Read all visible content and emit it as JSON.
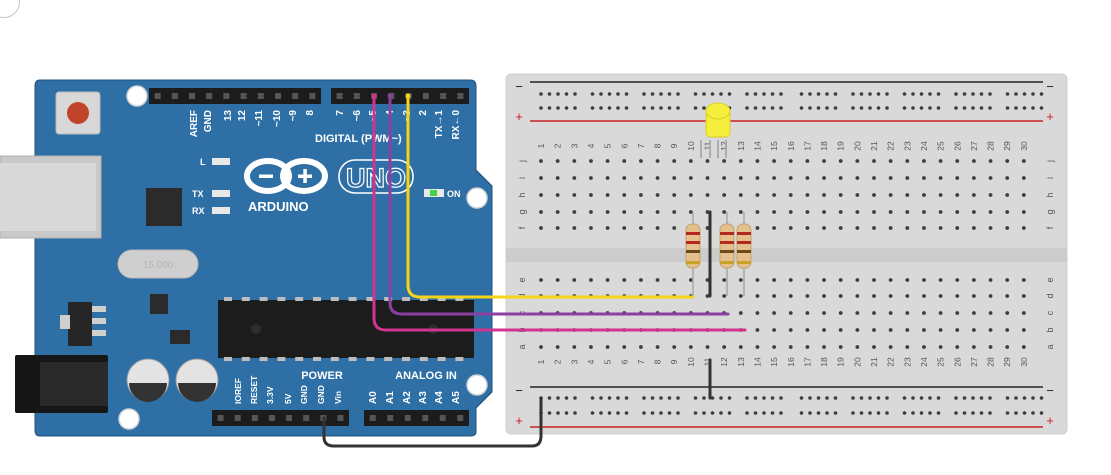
{
  "arduino": {
    "brand": "ARDUINO",
    "model": "UNO",
    "digital_label": "DIGITAL (PWM~)",
    "power_label": "POWER",
    "analog_label": "ANALOG IN",
    "on_label": "ON",
    "l_label": "L",
    "tx_label": "TX",
    "rx_label": "RX",
    "top_pins": [
      "AREF",
      "GND",
      "13",
      "12",
      "~11",
      "~10",
      "~9",
      "8",
      "7",
      "~6",
      "~5",
      "4",
      "~3",
      "2",
      "TX→1",
      "RX←0"
    ],
    "power_pins": [
      "IOREF",
      "RESET",
      "3.3V",
      "5V",
      "GND",
      "GND",
      "Vin"
    ],
    "analog_pins": [
      "A0",
      "A1",
      "A2",
      "A3",
      "A4",
      "A5"
    ],
    "crystal_text": "16.000",
    "board_color": "#2e6fa5"
  },
  "breadboard": {
    "row_letters_top": [
      "j",
      "i",
      "h",
      "g",
      "f"
    ],
    "row_letters_bottom": [
      "e",
      "d",
      "c",
      "b",
      "a"
    ],
    "columns": [
      "1",
      "2",
      "3",
      "4",
      "5",
      "6",
      "7",
      "8",
      "9",
      "10",
      "11",
      "12",
      "13",
      "14",
      "15",
      "16",
      "17",
      "18",
      "19",
      "20",
      "21",
      "22",
      "23",
      "24",
      "25",
      "26",
      "27",
      "28",
      "29",
      "30"
    ],
    "rail_minus": "−",
    "rail_plus": "+"
  },
  "wires": {
    "yellow": "#f7d417",
    "purple": "#8c3fa3",
    "magenta": "#d1338f",
    "black": "#333333"
  },
  "led_color": "#f6ee3c"
}
